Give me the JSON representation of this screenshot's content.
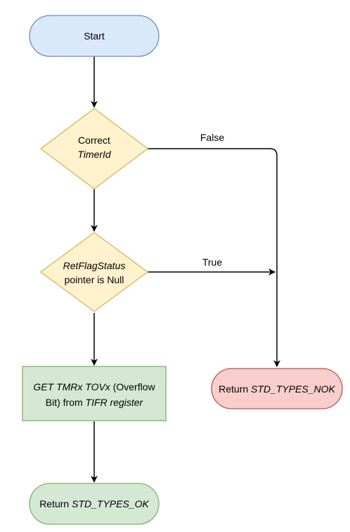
{
  "flowchart": {
    "start": {
      "label": "Start",
      "fill": "#dae8fc",
      "stroke": "#6c8ebf"
    },
    "check_timer_id": {
      "line1": "Correct",
      "line2": "TimerId",
      "fill": "#fff2cc",
      "stroke": "#d6b656"
    },
    "check_pointer": {
      "line1": "RetFlagStatus",
      "line2": "pointer is Null",
      "fill": "#fff2cc",
      "stroke": "#d6b656"
    },
    "get_flag": {
      "line1_a": "GET TMRx TOVx",
      "line1_b": " (Overflow",
      "line2_a": "Bit) from ",
      "line2_b": "TIFR register",
      "fill": "#d5e8d4",
      "stroke": "#82b366"
    },
    "return_nok": {
      "prefix": "Return ",
      "value": "STD_TYPES_NOK",
      "fill": "#f8cecc",
      "stroke": "#b85450"
    },
    "return_ok": {
      "prefix": "Return ",
      "value": "STD_TYPES_OK",
      "fill": "#d5e8d4",
      "stroke": "#82b366"
    },
    "edges": {
      "false_label": "False",
      "true_label": "True"
    }
  }
}
